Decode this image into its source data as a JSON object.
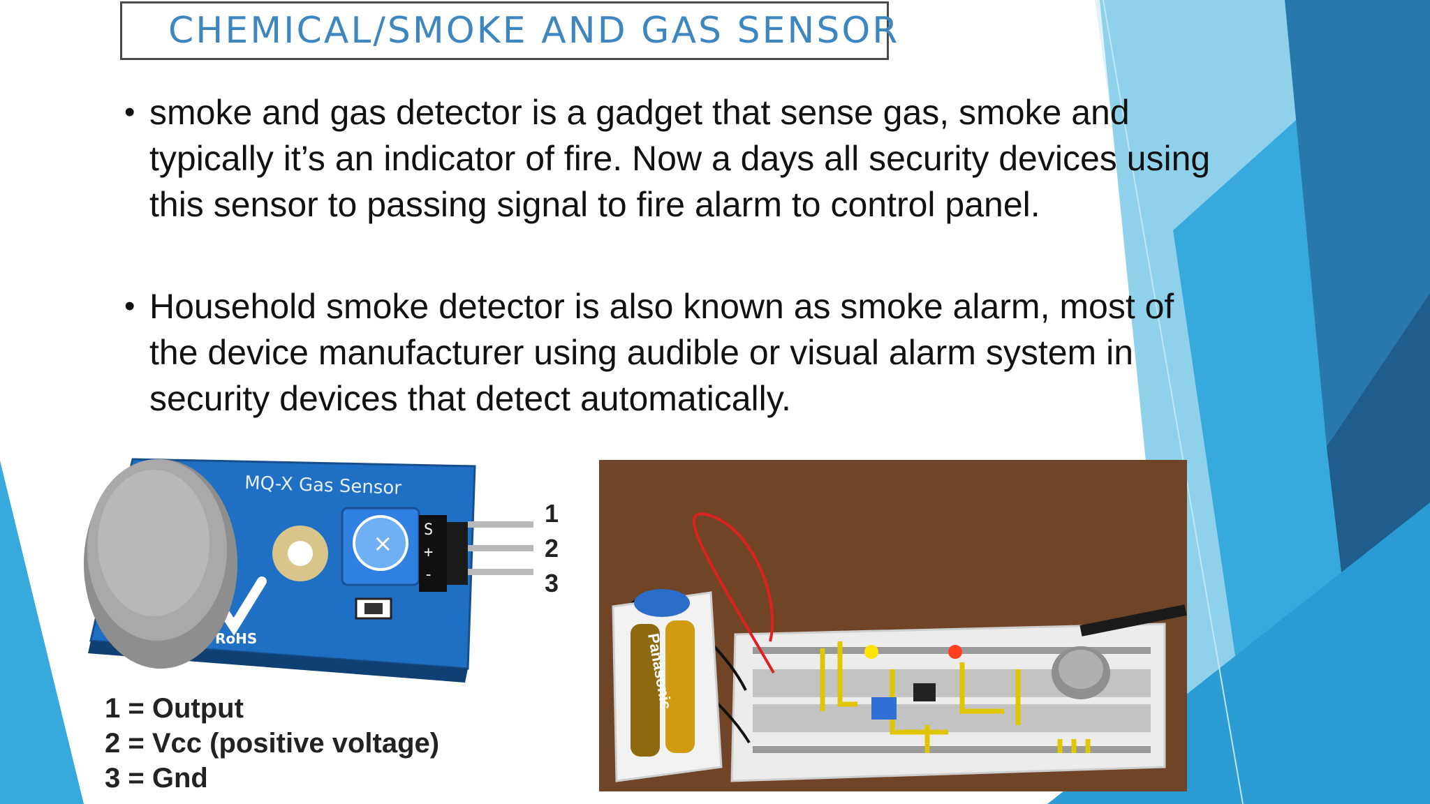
{
  "slide": {
    "title": "CHEMICAL/SMOKE AND GAS SENSOR",
    "bullets": [
      {
        "lines": [
          "smoke and gas detector is a gadget that sense gas, smoke and",
          "typically it’s an indicator of fire. Now a days all security devices using",
          "this sensor to passing signal to fire alarm to control panel."
        ]
      },
      {
        "lines": [
          "Household  smoke detector is also known as smoke alarm, most of",
          "the device  manufacturer using audible or visual alarm system in",
          "security devices  that detect automatically."
        ]
      }
    ]
  },
  "sensor_image": {
    "board_label": "MQ-X Gas Sensor",
    "rohs_label": "RoHS",
    "pin_numbers": [
      "1",
      "2",
      "3"
    ],
    "pin_letters": [
      "S",
      "+",
      "-"
    ],
    "legend": [
      "1 = Output",
      "2 = Vcc (positive voltage)",
      "3 = Gnd"
    ]
  },
  "photo_image": {
    "battery_label": "Panasonic"
  },
  "colors": {
    "accent": "#3d86c0",
    "board": "#1f6fc4",
    "deco_light": "#8fd0ea",
    "deco_mid": "#38a9dc",
    "deco_dark": "#1f5d8c"
  }
}
